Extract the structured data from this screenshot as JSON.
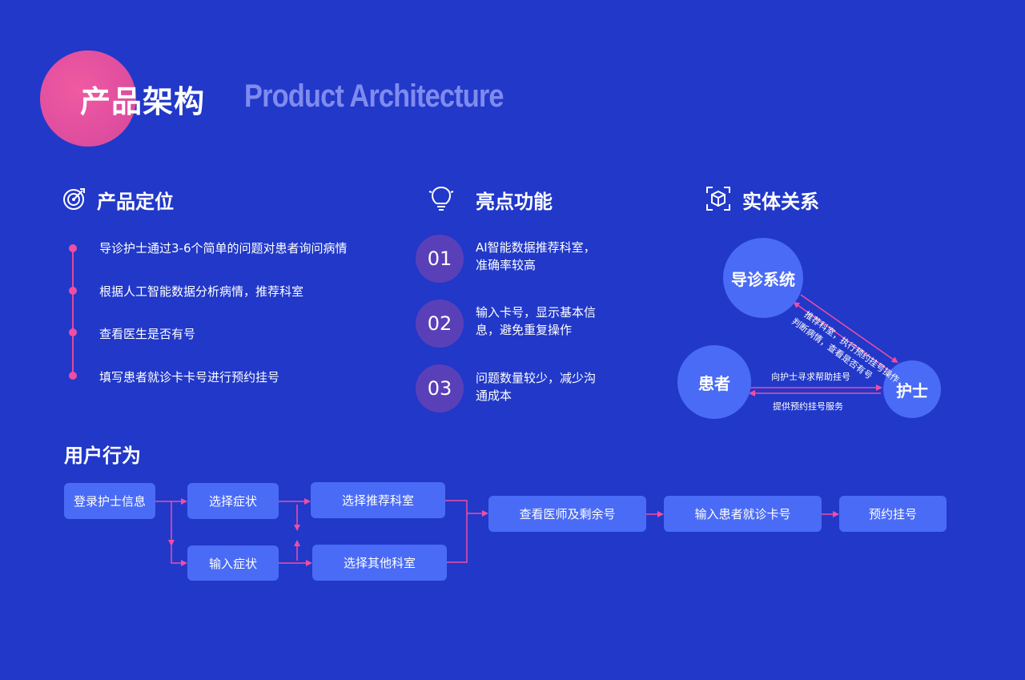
{
  "header": {
    "title_cn": "产品架构",
    "title_en": "Product Architecture"
  },
  "positioning": {
    "title": "产品定位",
    "icon": "target-icon",
    "items": [
      "导诊护士通过3-6个简单的问题对患者询问病情",
      "根据人工智能数据分析病情，推荐科室",
      "查看医生是否有号",
      "填写患者就诊卡卡号进行预约挂号"
    ]
  },
  "highlights": {
    "title": "亮点功能",
    "icon": "lightbulb-icon",
    "items": [
      {
        "num": "01",
        "text": "AI智能数据推荐科室，准确率较高"
      },
      {
        "num": "02",
        "text": "输入卡号，显示基本信息，避免重复操作"
      },
      {
        "num": "03",
        "text": "问题数量较少，减少沟通成本"
      }
    ]
  },
  "entities": {
    "title": "实体关系",
    "icon": "cube-scan-icon",
    "nodes": {
      "system": "导诊系统",
      "patient": "患者",
      "nurse": "护士"
    },
    "relations": {
      "system_to_nurse": "推荐科室，执行预约挂号操作",
      "nurse_to_system": "判断病情，查看是否有号",
      "patient_to_nurse": "向护士寻求帮助挂号",
      "nurse_to_patient": "提供预约挂号服务"
    }
  },
  "flow": {
    "title": "用户行为",
    "steps": {
      "login": "登录护士信息",
      "select_symptom": "选择症状",
      "input_symptom": "输入症状",
      "select_recommended": "选择推荐科室",
      "select_other": "选择其他科室",
      "view_doctor": "查看医师及剩余号",
      "input_card": "输入患者就诊卡号",
      "book": "预约挂号"
    }
  },
  "colors": {
    "background": "#2138c9",
    "box": "#4a6bf5",
    "accent_pink": "#e04e9f",
    "number_circle": "#5a40b8",
    "title_en": "#7f8bef"
  }
}
